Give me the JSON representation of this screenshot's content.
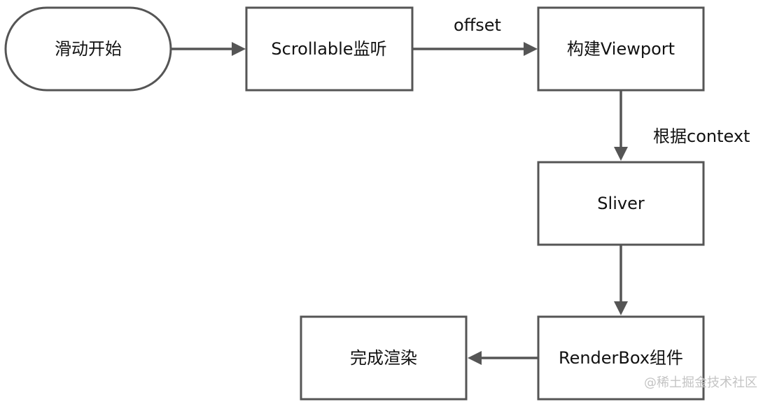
{
  "diagram": {
    "nodes": {
      "start": {
        "label": "滑动开始"
      },
      "scrollable": {
        "label": "Scrollable监听"
      },
      "viewport": {
        "label": "构建Viewport"
      },
      "sliver": {
        "label": "Sliver"
      },
      "renderbox": {
        "label": "RenderBox组件"
      },
      "done": {
        "label": "完成渲染"
      }
    },
    "edges": {
      "offset": {
        "label": "offset"
      },
      "context": {
        "label": "根据context"
      }
    }
  },
  "watermark": {
    "text": "@稀土掘金技术社区"
  },
  "colors": {
    "stroke": "#555555",
    "text": "#111111",
    "watermark": "#c4c4c4",
    "background": "#ffffff"
  }
}
